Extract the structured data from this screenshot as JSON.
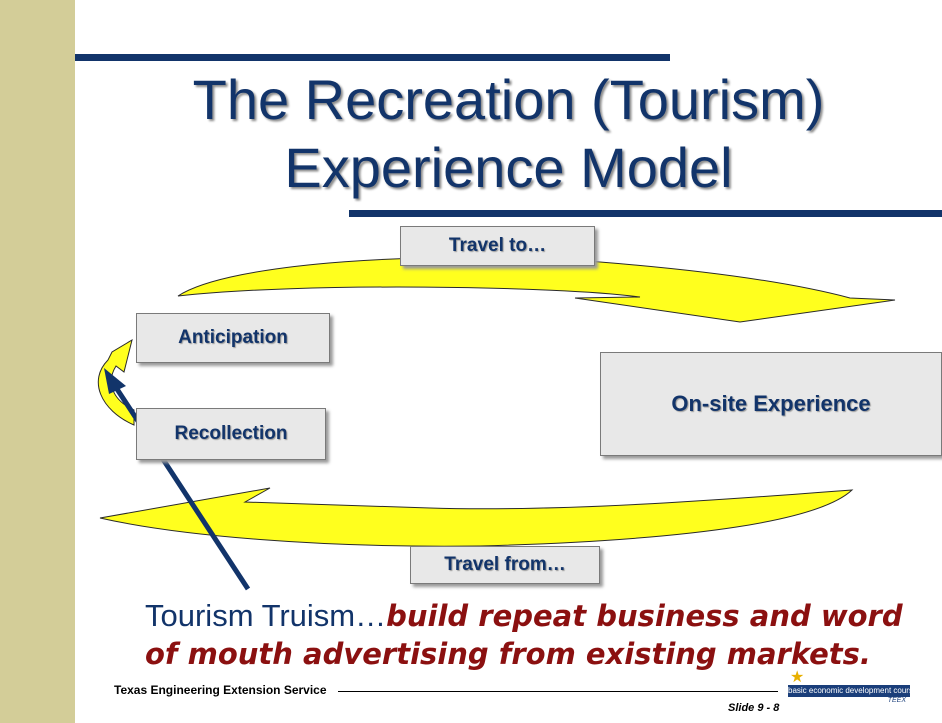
{
  "title_line1": "The Recreation (Tourism)",
  "title_line2": "Experience Model",
  "boxes": {
    "travel_to": "Travel to…",
    "anticipation": "Anticipation",
    "onsite": "On-site Experience",
    "recollection": "Recollection",
    "travel_from": "Travel from…"
  },
  "truism": {
    "lead": "Tourism Truism…",
    "emphasis": "build repeat business and word",
    "line2": "of mouth advertising from existing markets."
  },
  "footer": {
    "org": "Texas Engineering Extension Service",
    "slide": "Slide 9 - 8",
    "logo_text": "basic economic development course",
    "logo_sub": "TEEX"
  },
  "colors": {
    "navy": "#12346a",
    "sidebar": "#d3cd98",
    "arrow_fill": "#ffff1e",
    "emphasis": "#8b1010"
  }
}
